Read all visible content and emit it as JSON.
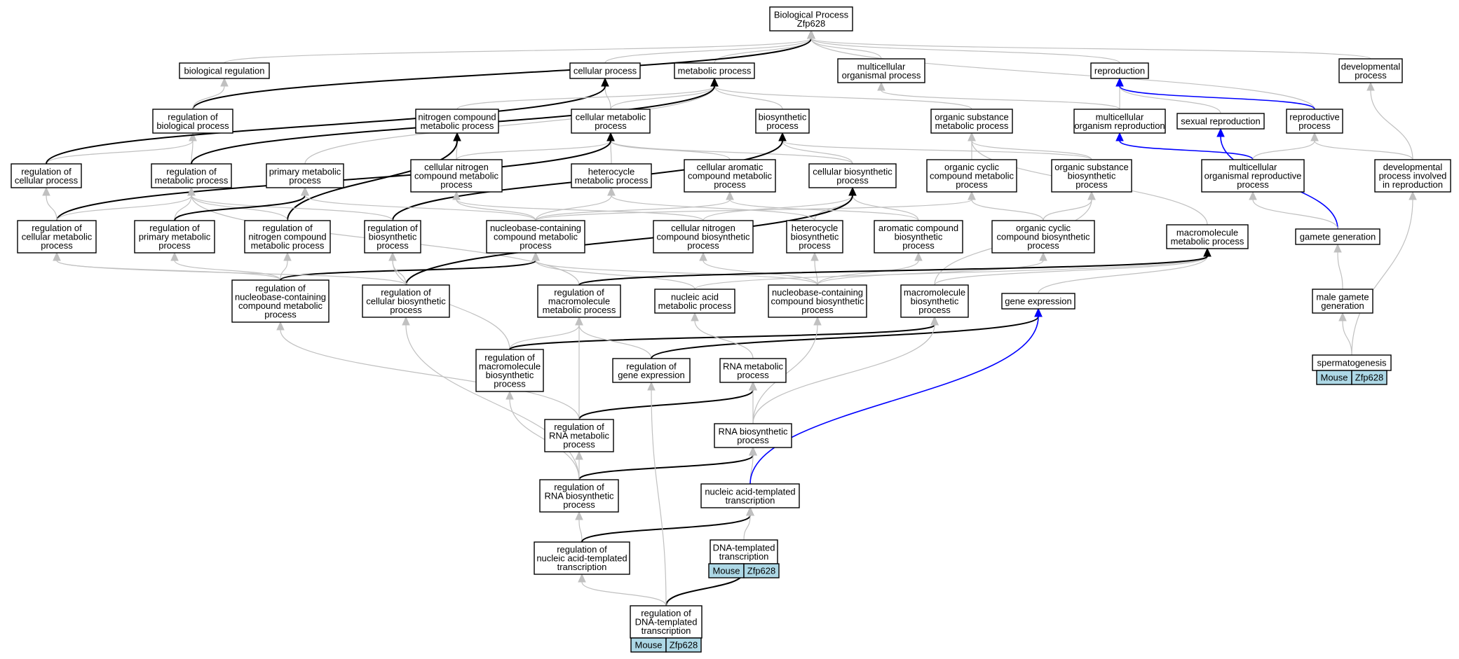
{
  "colors": {
    "is_a": "#c0c0c0",
    "regulates": "#000000",
    "part_of": "#0000ff",
    "tag_fill": "#add8e6"
  },
  "nodes": {
    "root": [
      "Biological Process",
      "Zfp628"
    ],
    "bioreg": [
      "biological regulation"
    ],
    "cellproc": [
      "cellular process"
    ],
    "metab": [
      "metabolic process"
    ],
    "multiorg": [
      "multicellular",
      "organismal process"
    ],
    "repro": [
      "reproduction"
    ],
    "devproc": [
      "developmental",
      "process"
    ],
    "regbio": [
      "regulation of",
      "biological process"
    ],
    "ncmp": [
      "nitrogen compound",
      "metabolic process"
    ],
    "cellmet": [
      "cellular metabolic",
      "process"
    ],
    "biosyn": [
      "biosynthetic",
      "process"
    ],
    "osmp": [
      "organic substance",
      "metabolic process"
    ],
    "mcorg": [
      "multicellular",
      "organism reproduction"
    ],
    "sexrep": [
      "sexual reproduction"
    ],
    "repproc": [
      "reproductive",
      "process"
    ],
    "regcell": [
      "regulation of",
      "cellular process"
    ],
    "regmet": [
      "regulation of",
      "metabolic process"
    ],
    "primet": [
      "primary metabolic",
      "process"
    ],
    "cncmp": [
      "cellular nitrogen",
      "compound metabolic",
      "process"
    ],
    "hetmet": [
      "heterocycle",
      "metabolic process"
    ],
    "camp": [
      "cellular aromatic",
      "compound metabolic",
      "process"
    ],
    "cbp": [
      "cellular biosynthetic",
      "process"
    ],
    "occmp": [
      "organic cyclic",
      "compound metabolic",
      "process"
    ],
    "osbp": [
      "organic substance",
      "biosynthetic",
      "process"
    ],
    "morp": [
      "multicellular",
      "organismal reproductive",
      "process"
    ],
    "dpir": [
      "developmental",
      "process involved",
      "in reproduction"
    ],
    "regcmp": [
      "regulation of",
      "cellular metabolic",
      "process"
    ],
    "regpmp": [
      "regulation of",
      "primary metabolic",
      "process"
    ],
    "regncmp": [
      "regulation of",
      "nitrogen compound",
      "metabolic process"
    ],
    "regbp": [
      "regulation of",
      "biosynthetic",
      "process"
    ],
    "nbccmp": [
      "nucleobase-containing",
      "compound metabolic",
      "process"
    ],
    "cncbp": [
      "cellular nitrogen",
      "compound biosynthetic",
      "process"
    ],
    "hetbio": [
      "heterocycle",
      "biosynthetic",
      "process"
    ],
    "acbp": [
      "aromatic compound",
      "biosynthetic",
      "process"
    ],
    "occbp": [
      "organic cyclic",
      "compound biosynthetic",
      "process"
    ],
    "macmet": [
      "macromolecule",
      "metabolic process"
    ],
    "gamgen": [
      "gamete generation"
    ],
    "regnbc": [
      "regulation of",
      "nucleobase-containing",
      "compound metabolic",
      "process"
    ],
    "regcbp": [
      "regulation of",
      "cellular biosynthetic",
      "process"
    ],
    "regmacmet": [
      "regulation of",
      "macromolecule",
      "metabolic process"
    ],
    "nametab": [
      "nucleic acid",
      "metabolic process"
    ],
    "nbcbp": [
      "nucleobase-containing",
      "compound biosynthetic",
      "process"
    ],
    "macbio": [
      "macromolecule",
      "biosynthetic",
      "process"
    ],
    "geneexp": [
      "gene expression"
    ],
    "malegam": [
      "male gamete",
      "generation"
    ],
    "regmacbio": [
      "regulation of",
      "macromolecule",
      "biosynthetic",
      "process"
    ],
    "reggene": [
      "regulation of",
      "gene expression"
    ],
    "rnamet": [
      "RNA metabolic",
      "process"
    ],
    "sperm": [
      "spermatogenesis"
    ],
    "regrnamet": [
      "regulation of",
      "RNA metabolic",
      "process"
    ],
    "rnabio": [
      "RNA biosynthetic",
      "process"
    ],
    "regrnabio": [
      "regulation of",
      "RNA biosynthetic",
      "process"
    ],
    "natt": [
      "nucleic acid-templated",
      "transcription"
    ],
    "regnatt": [
      "regulation of",
      "nucleic acid-templated",
      "transcription"
    ],
    "dnatt": [
      "DNA-templated",
      "transcription"
    ],
    "regdnatt": [
      "regulation of",
      "DNA-templated",
      "transcription"
    ]
  },
  "tags": {
    "sperm": [
      "Mouse",
      "Zfp628"
    ],
    "dnatt": [
      "Mouse",
      "Zfp628"
    ],
    "regdnatt": [
      "Mouse",
      "Zfp628"
    ]
  },
  "edges": [
    [
      "bioreg",
      "root",
      "isa"
    ],
    [
      "cellproc",
      "root",
      "isa"
    ],
    [
      "metab",
      "root",
      "isa"
    ],
    [
      "multiorg",
      "root",
      "isa"
    ],
    [
      "repro",
      "root",
      "isa"
    ],
    [
      "devproc",
      "root",
      "isa"
    ],
    [
      "regbio",
      "root",
      "reg"
    ],
    [
      "repproc",
      "root",
      "isa"
    ],
    [
      "regbio",
      "bioreg",
      "isa"
    ],
    [
      "regcell",
      "regbio",
      "isa"
    ],
    [
      "regmet",
      "regbio",
      "isa"
    ],
    [
      "cellmet",
      "cellproc",
      "isa"
    ],
    [
      "regcell",
      "cellproc",
      "reg"
    ],
    [
      "ncmp",
      "metab",
      "isa"
    ],
    [
      "cellmet",
      "metab",
      "isa"
    ],
    [
      "biosyn",
      "metab",
      "isa"
    ],
    [
      "osmp",
      "metab",
      "isa"
    ],
    [
      "primet",
      "metab",
      "isa"
    ],
    [
      "regmet",
      "metab",
      "reg"
    ],
    [
      "mcorg",
      "repro",
      "isa"
    ],
    [
      "sexrep",
      "repro",
      "isa"
    ],
    [
      "repproc",
      "repro",
      "part"
    ],
    [
      "mcorg",
      "multiorg",
      "isa"
    ],
    [
      "cncmp",
      "ncmp",
      "isa"
    ],
    [
      "regncmp",
      "ncmp",
      "reg"
    ],
    [
      "cncmp",
      "cellmet",
      "isa"
    ],
    [
      "hetmet",
      "cellmet",
      "isa"
    ],
    [
      "camp",
      "cellmet",
      "isa"
    ],
    [
      "cbp",
      "cellmet",
      "isa"
    ],
    [
      "regcmp",
      "cellmet",
      "reg"
    ],
    [
      "regcmp",
      "regcell",
      "isa"
    ],
    [
      "regcmp",
      "regmet",
      "isa"
    ],
    [
      "cbp",
      "biosyn",
      "isa"
    ],
    [
      "osbp",
      "biosyn",
      "isa"
    ],
    [
      "regbp",
      "biosyn",
      "reg"
    ],
    [
      "occmp",
      "osmp",
      "isa"
    ],
    [
      "osbp",
      "osmp",
      "isa"
    ],
    [
      "macmet",
      "osmp",
      "isa"
    ],
    [
      "morp",
      "mcorg",
      "part"
    ],
    [
      "morp",
      "repproc",
      "isa"
    ],
    [
      "gamgen",
      "sexrep",
      "part"
    ],
    [
      "dpir",
      "repproc",
      "isa"
    ],
    [
      "dpir",
      "devproc",
      "isa"
    ],
    [
      "regpmp",
      "regmet",
      "isa"
    ],
    [
      "regncmp",
      "regmet",
      "isa"
    ],
    [
      "regbp",
      "regmet",
      "isa"
    ],
    [
      "regmacmet",
      "regmet",
      "isa"
    ],
    [
      "regpmp",
      "primet",
      "reg"
    ],
    [
      "nbccmp",
      "primet",
      "isa"
    ],
    [
      "nbccmp",
      "cncmp",
      "isa"
    ],
    [
      "nbccmp",
      "hetmet",
      "isa"
    ],
    [
      "nbccmp",
      "camp",
      "isa"
    ],
    [
      "nbccmp",
      "occmp",
      "isa"
    ],
    [
      "cncbp",
      "cbp",
      "isa"
    ],
    [
      "hetbio",
      "cbp",
      "isa"
    ],
    [
      "acbp",
      "cbp",
      "isa"
    ],
    [
      "regcbp",
      "cbp",
      "reg"
    ],
    [
      "cncbp",
      "cncmp",
      "isa"
    ],
    [
      "hetbio",
      "hetmet",
      "isa"
    ],
    [
      "acbp",
      "camp",
      "isa"
    ],
    [
      "occbp",
      "occmp",
      "isa"
    ],
    [
      "occbp",
      "osbp",
      "isa"
    ],
    [
      "macbio",
      "osbp",
      "isa"
    ],
    [
      "gamgen",
      "morp",
      "isa"
    ],
    [
      "regnbc",
      "regcmp",
      "isa"
    ],
    [
      "regnbc",
      "regpmp",
      "isa"
    ],
    [
      "regnbc",
      "regncmp",
      "isa"
    ],
    [
      "regnbc",
      "nbccmp",
      "reg"
    ],
    [
      "regcbp",
      "regbp",
      "isa"
    ],
    [
      "regcbp",
      "regcmp",
      "isa"
    ],
    [
      "nametab",
      "nbccmp",
      "isa"
    ],
    [
      "nbcbp",
      "nbccmp",
      "isa"
    ],
    [
      "nbcbp",
      "cncbp",
      "isa"
    ],
    [
      "nbcbp",
      "hetbio",
      "isa"
    ],
    [
      "nbcbp",
      "acbp",
      "isa"
    ],
    [
      "nbcbp",
      "occbp",
      "isa"
    ],
    [
      "nametab",
      "macmet",
      "isa"
    ],
    [
      "macbio",
      "macmet",
      "isa"
    ],
    [
      "geneexp",
      "macmet",
      "isa"
    ],
    [
      "regmacmet",
      "macmet",
      "reg"
    ],
    [
      "malegam",
      "gamgen",
      "isa"
    ],
    [
      "sperm",
      "malegam",
      "isa"
    ],
    [
      "sperm",
      "dpir",
      "isa"
    ],
    [
      "regmacbio",
      "regmacmet",
      "isa"
    ],
    [
      "regmacbio",
      "regbp",
      "isa"
    ],
    [
      "regmacbio",
      "macbio",
      "reg"
    ],
    [
      "reggene",
      "regmacmet",
      "isa"
    ],
    [
      "reggene",
      "geneexp",
      "reg"
    ],
    [
      "rnamet",
      "nametab",
      "isa"
    ],
    [
      "regrnamet",
      "regmacmet",
      "isa"
    ],
    [
      "regrnamet",
      "rnamet",
      "reg"
    ],
    [
      "regrnamet",
      "regnbc",
      "isa"
    ],
    [
      "rnabio",
      "rnamet",
      "isa"
    ],
    [
      "rnabio",
      "nbcbp",
      "isa"
    ],
    [
      "rnabio",
      "macbio",
      "isa"
    ],
    [
      "regrnabio",
      "regrnamet",
      "isa"
    ],
    [
      "regrnabio",
      "rnabio",
      "reg"
    ],
    [
      "regrnabio",
      "regmacbio",
      "isa"
    ],
    [
      "regrnabio",
      "regcbp",
      "isa"
    ],
    [
      "natt",
      "rnabio",
      "isa"
    ],
    [
      "natt",
      "geneexp",
      "part"
    ],
    [
      "regnatt",
      "regrnabio",
      "isa"
    ],
    [
      "regnatt",
      "natt",
      "reg"
    ],
    [
      "dnatt",
      "natt",
      "isa"
    ],
    [
      "regdnatt",
      "regnatt",
      "isa"
    ],
    [
      "regdnatt",
      "dnatt",
      "reg"
    ],
    [
      "regdnatt",
      "reggene",
      "isa"
    ]
  ]
}
